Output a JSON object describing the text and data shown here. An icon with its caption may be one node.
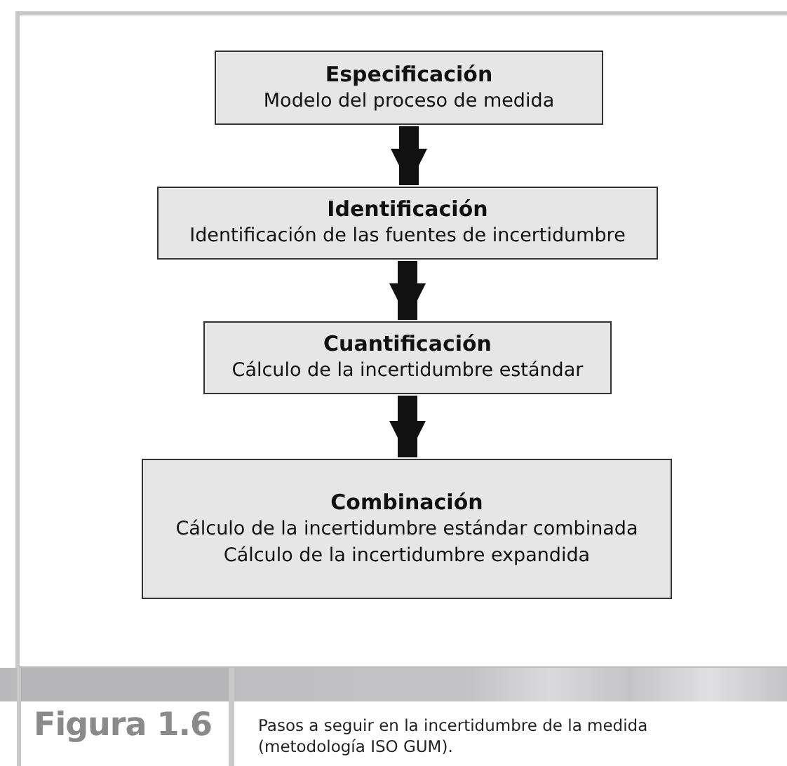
{
  "diagram": {
    "title": "Figura 1.6",
    "caption": "Pasos a seguir en la incertidumbre de la medida (metodología ISO GUM).",
    "nodes": [
      {
        "text": [
          "Especificación",
          "Modelo del proceso de medida"
        ]
      },
      {
        "text": [
          "Identificación",
          "Identificación de las fuentes de incertidumbre"
        ]
      },
      {
        "text": [
          "Cuantificación",
          "Cálculo de la incertidumbre estándar"
        ]
      },
      {
        "text": [
          "Combinación",
          "Cálculo de la incertidumbre estándar combinada",
          "Cálculo de la incertidumbre expandida"
        ]
      }
    ],
    "edges": [
      {
        "from": 0,
        "to": 1,
        "arrow": "to"
      },
      {
        "from": 1,
        "to": 2,
        "arrow": "to"
      },
      {
        "from": 2,
        "to": 3,
        "arrow": "to"
      }
    ]
  }
}
